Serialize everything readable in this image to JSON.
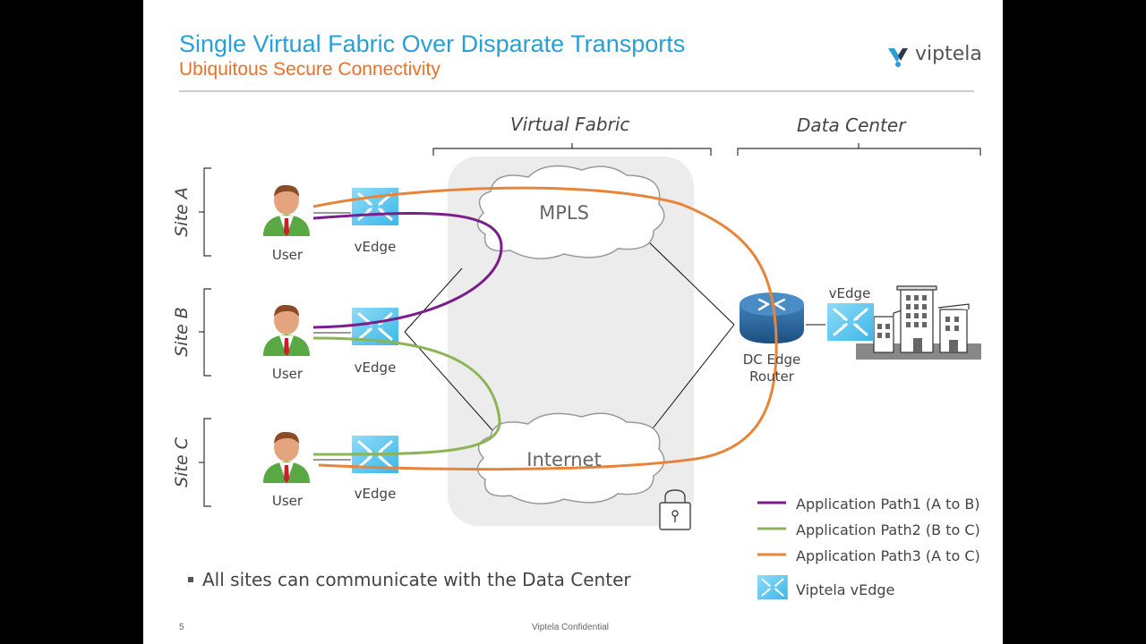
{
  "slide": {
    "title": "Single Virtual Fabric Over Disparate Transports",
    "subtitle": "Ubiquitous Secure Connectivity",
    "logo_text": "viptela",
    "page_number": "5",
    "footer_text": "Viptela Confidential"
  },
  "diagram": {
    "section_virtual_fabric": "Virtual Fabric",
    "section_data_center": "Data Center",
    "site_a": "Site A",
    "site_b": "Site B",
    "site_c": "Site C",
    "user_label": "User",
    "vedge_label": "vEdge",
    "cloud_mpls": "MPLS",
    "cloud_internet": "Internet",
    "dc_router_label_line1": "DC Edge",
    "dc_router_label_line2": "Router",
    "dc_vedge_label": "vEdge"
  },
  "legend": {
    "path1": "Application Path1 (A to B)",
    "path2": "Application Path2 (B to C)",
    "path3": "Application Path3 (A to C)",
    "vedge": "Viptela vEdge"
  },
  "colors": {
    "title": "#2a9fd6",
    "subtitle": "#e8702a",
    "path1": "#7a1e8c",
    "path2": "#8bb455",
    "path3": "#e8843a",
    "vedge": "#4dc3ee"
  },
  "bullets": [
    "All sites can communicate with the Data Center"
  ]
}
